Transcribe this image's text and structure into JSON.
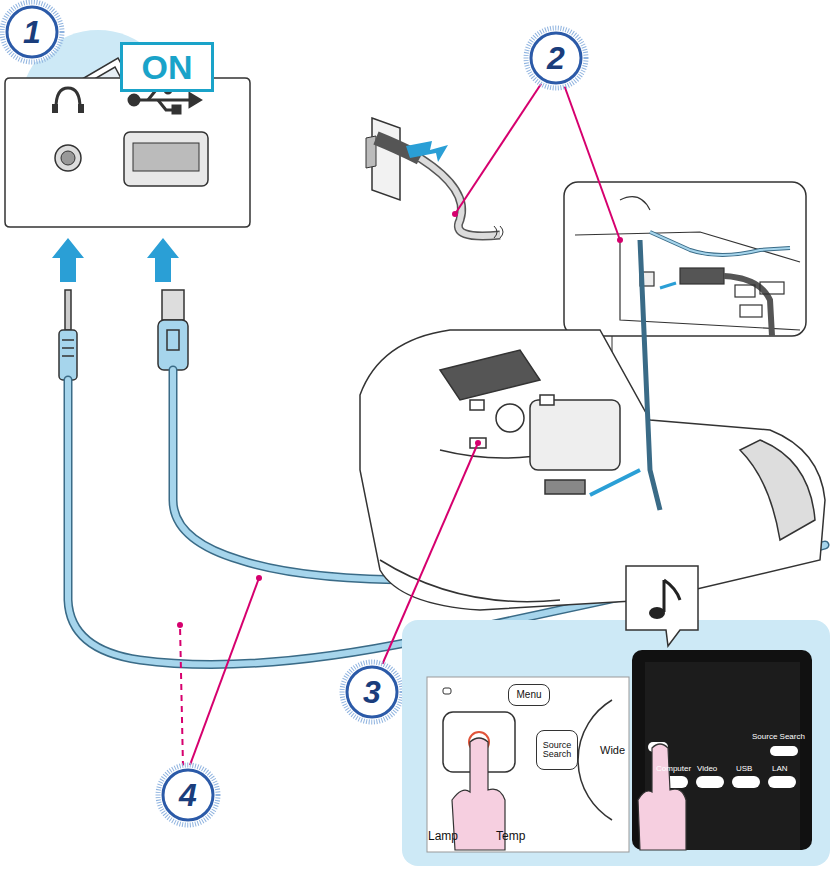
{
  "diagram": {
    "nodes": [
      {
        "text": [
          "ON"
        ]
      },
      {
        "text": [
          "Menu"
        ]
      },
      {
        "text": [
          "Source Search"
        ]
      }
    ],
    "labels": [
      "1",
      "2",
      "3",
      "4",
      "Wide",
      "Lamp",
      "Temp",
      "Source Search",
      "Computer",
      "Video",
      "USB",
      "LAN"
    ]
  }
}
